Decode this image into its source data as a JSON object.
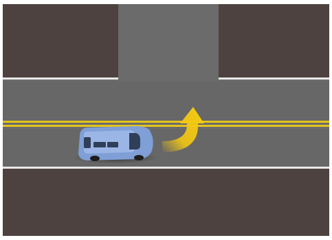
{
  "scene": {
    "description_free": true,
    "elements": {
      "side_street": "north",
      "main_road_lanes": 2,
      "center_line": "double-yellow",
      "vehicle": "station-wagon",
      "maneuver": "left-turn"
    },
    "colors": {
      "background": "#ffffff",
      "blocks": "#4e4240",
      "asphalt": "#6b6b6b",
      "asphalt_dark": "#626262",
      "edge_line": "#e8e8e8",
      "center_line": "#e3c51c",
      "car_body": "#7f9fd6",
      "car_roof": "#9bb6e6",
      "car_window": "#2f3f57",
      "arrow": "#f2c614"
    }
  }
}
